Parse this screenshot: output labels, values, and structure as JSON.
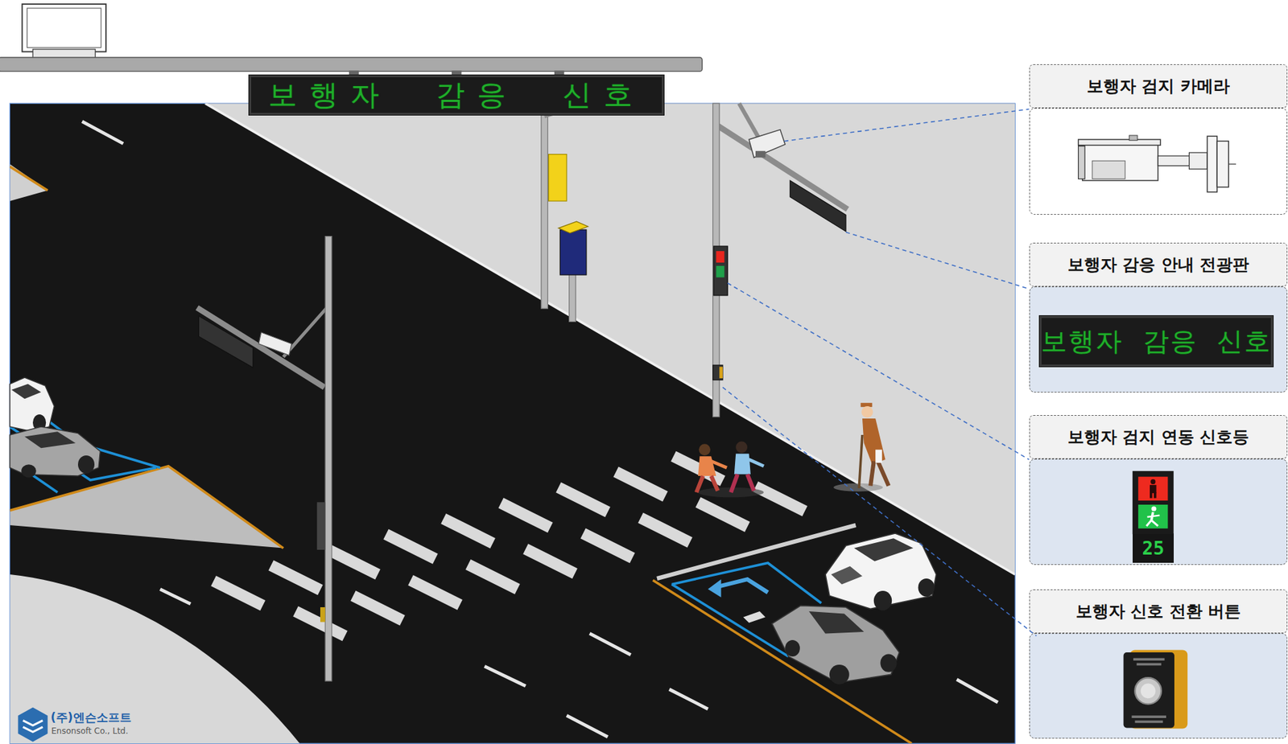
{
  "diagram": {
    "nodes": [
      {
        "text": [
          "보행자 감응 신호"
        ]
      },
      {
        "text": [
          "보행자 검지 카메라"
        ]
      },
      {
        "text": [
          "보행자 감응 안내 전광판"
        ]
      },
      {
        "text": [
          "보행자 감응 신호"
        ],
        "in": 2
      },
      {
        "text": [
          "보행자 검지 연동 신호등"
        ]
      },
      {
        "text": [
          "25"
        ],
        "in": 4
      },
      {
        "text": [
          "보행자 신호 전환 버튼"
        ]
      }
    ],
    "labels": [
      "(주)엔슨소프트",
      "Ensonsoft Co., Ltd."
    ]
  }
}
